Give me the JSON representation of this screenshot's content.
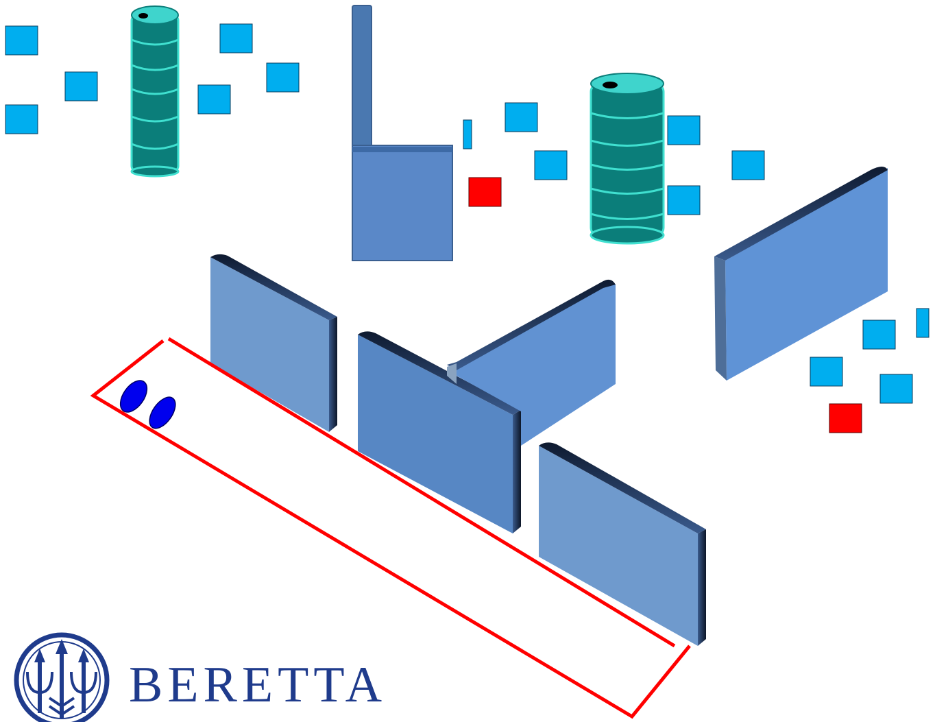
{
  "brand": {
    "name": "BERETTA",
    "color": "#1f3b8c"
  },
  "colors": {
    "paper_target": "#00aeef",
    "steel_target": "#ff0000",
    "barrel_body": "#0b7e7a",
    "barrel_top": "#3fd4cc",
    "barrel_ring": "#40e0d0",
    "wall_face": "#5b8fcf",
    "wall_edge": "#1f3458",
    "shooting_box": "#ff0000",
    "foot_marker": "#0000ee"
  },
  "elements": {
    "paper_target_count": 16,
    "steel_target_count": 2,
    "no_shoot_count": 0,
    "barrel_stack_count": 2,
    "wall_count": 6,
    "shooting_box_count": 1,
    "foot_marker_count": 2
  }
}
